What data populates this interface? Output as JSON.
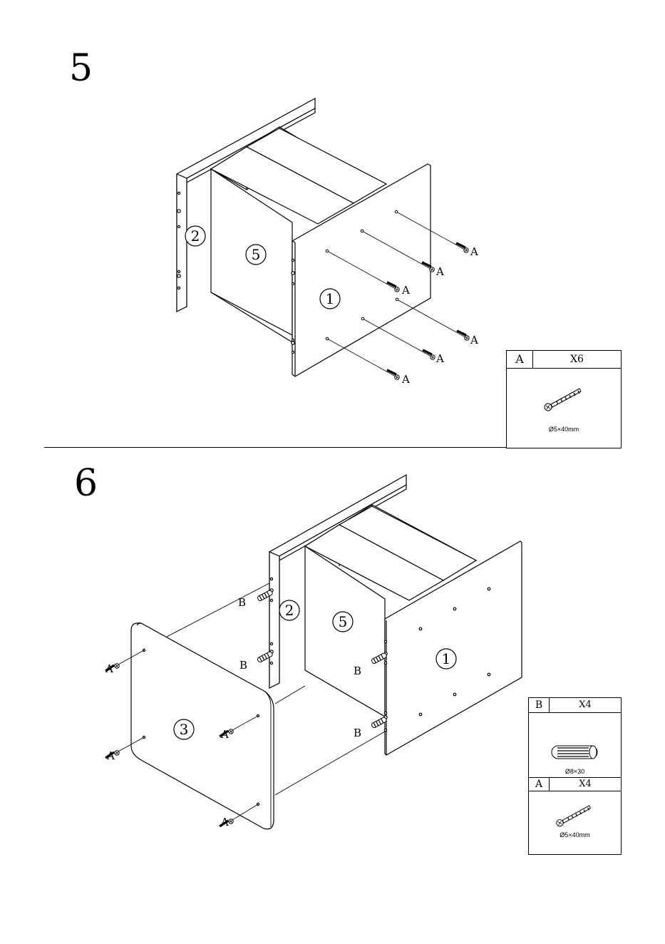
{
  "steps": [
    {
      "number": "5",
      "panels": {
        "p2": "2",
        "p5": "5",
        "p1": "1"
      },
      "screw_label": "A",
      "legend": [
        {
          "id": "A",
          "qty": "X6",
          "spec": "Ø5×40mm",
          "icon": "screw-icon"
        }
      ]
    },
    {
      "number": "6",
      "panels": {
        "p2": "2",
        "p5": "5",
        "p1": "1",
        "p3": "3"
      },
      "screw_label": "A",
      "dowel_label": "B",
      "legend": [
        {
          "id": "B",
          "qty": "X4",
          "spec": "Ø8×30",
          "icon": "dowel-icon"
        },
        {
          "id": "A",
          "qty": "X4",
          "spec": "Ø5×40mm",
          "icon": "screw-icon"
        }
      ]
    }
  ]
}
